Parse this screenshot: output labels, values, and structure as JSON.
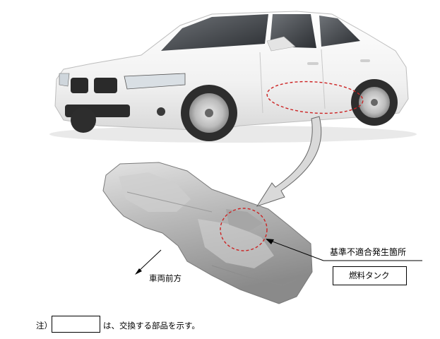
{
  "labels": {
    "defect_location": "基準不適合発生箇所",
    "part_name": "燃料タンク",
    "vehicle_front": "車両前方",
    "note_prefix": "注）",
    "note_text": "は、交換する部品を示す。"
  },
  "colors": {
    "highlight_dashes": "#cc2222",
    "arrow_gray": "#777777",
    "car_body": "#f6f6f6",
    "tank_metal": "#b9b9b9"
  },
  "icons": {
    "vehicle_illustration": "white-sedan-image",
    "tank_illustration": "fuel-tank-image"
  }
}
